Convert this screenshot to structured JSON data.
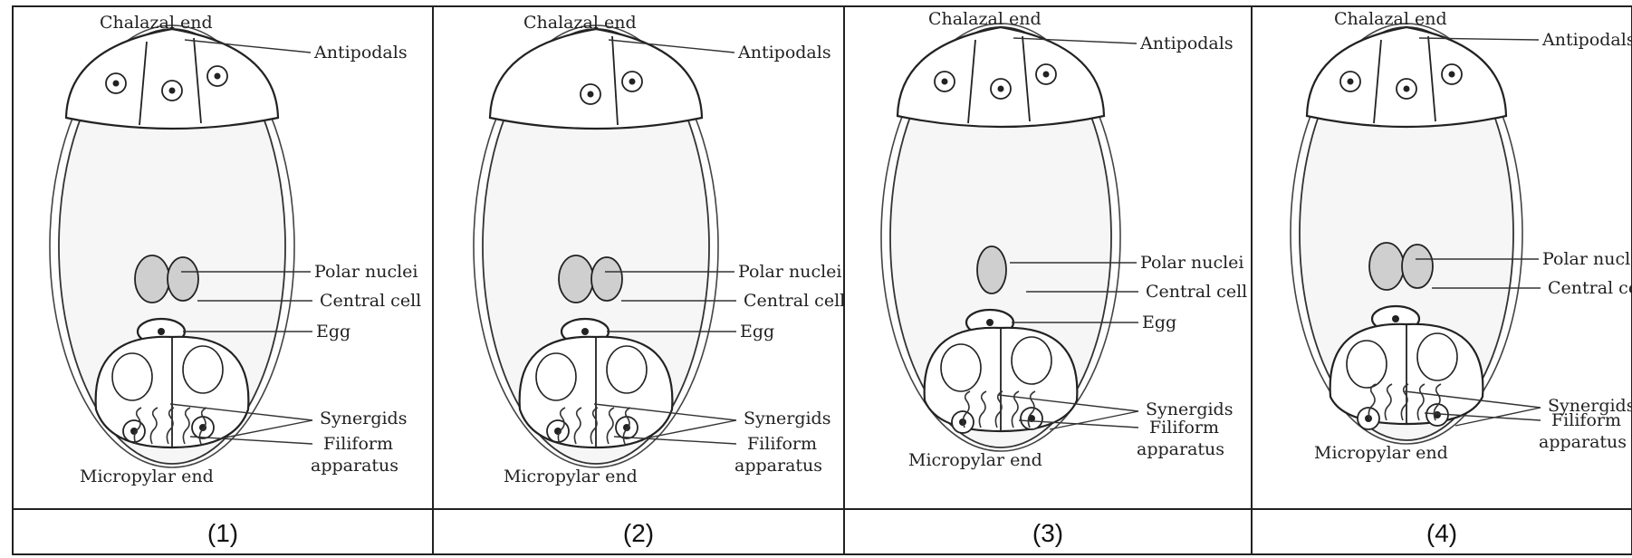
{
  "panels": [
    {
      "number": "(1)",
      "labels": {
        "chalazal": "Chalazal end",
        "antipodals": "Antipodals",
        "polar": "Polar nuclei",
        "central": "Central cell",
        "egg": "Egg",
        "synergids": "Synergids",
        "filiform1": "Filiform",
        "filiform2": "apparatus",
        "micropylar": "Micropylar end"
      },
      "antipodal_count": 3,
      "polar_count": 2
    },
    {
      "number": "(2)",
      "labels": {
        "chalazal": "Chalazal end",
        "antipodals": "Antipodals",
        "polar": "Polar nuclei",
        "central": "Central cell",
        "egg": "Egg",
        "synergids": "Synergids",
        "filiform1": "Filiform",
        "filiform2": "apparatus",
        "micropylar": "Micropylar end"
      },
      "antipodal_count": 2,
      "polar_count": 2
    },
    {
      "number": "(3)",
      "labels": {
        "chalazal": "Chalazal end",
        "antipodals": "Antipodals",
        "polar": "Polar nuclei",
        "central": "Central cell",
        "egg": "Egg",
        "synergids": "Synergids",
        "filiform1": "Filiform",
        "filiform2": "apparatus",
        "micropylar": "Micropylar end"
      },
      "antipodal_count": 3,
      "polar_count": 1
    },
    {
      "number": "(4)",
      "labels": {
        "chalazal": "Chalazal end",
        "antipodals": "Antipodals",
        "polar": "Polar nuclei",
        "central": "Central cell",
        "synergids": "Synergids",
        "filiform1": "Filiform",
        "filiform2": "apparatus",
        "micropylar": "Micropylar end"
      },
      "antipodal_count": 3,
      "polar_count": 2
    }
  ]
}
